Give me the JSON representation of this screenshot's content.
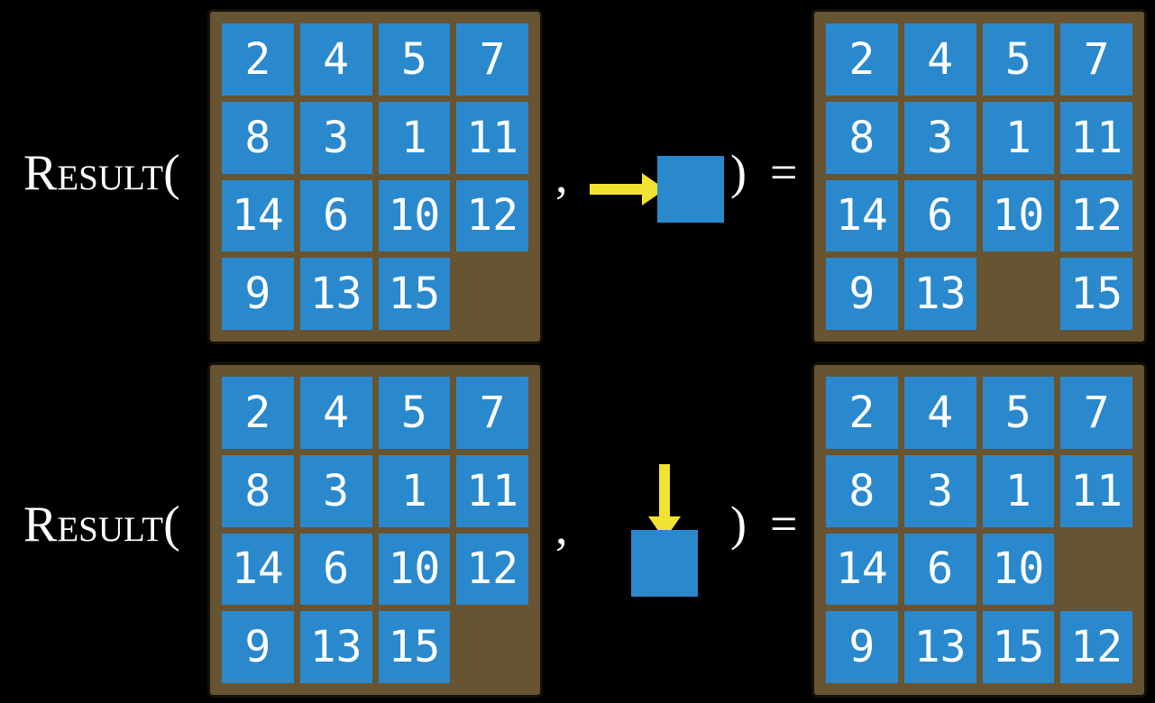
{
  "figure": {
    "description_label": "sliding-puzzle result function figure",
    "function_label": "Result(",
    "separator": ",",
    "close_paren": ")",
    "equals": "="
  },
  "colors": {
    "background": "#000000",
    "board_frame": "#665433",
    "board_border": "#161108",
    "tile_blue": "#2a89cd",
    "tile_text": "#ffffff",
    "arrow_yellow": "#f2e231",
    "label_text": "#ffffff"
  },
  "equations": [
    {
      "function_label": "Result(",
      "separator": ",",
      "close_paren": ")",
      "equals": "=",
      "move_direction": "right",
      "input_grid": {
        "rows": [
          [
            "2",
            "4",
            "5",
            "7"
          ],
          [
            "8",
            "3",
            "1",
            "11"
          ],
          [
            "14",
            "6",
            "10",
            "12"
          ],
          [
            "9",
            "13",
            "15",
            ""
          ]
        ]
      },
      "output_grid": {
        "rows": [
          [
            "2",
            "4",
            "5",
            "7"
          ],
          [
            "8",
            "3",
            "1",
            "11"
          ],
          [
            "14",
            "6",
            "10",
            "12"
          ],
          [
            "9",
            "13",
            "",
            "15"
          ]
        ]
      }
    },
    {
      "function_label": "Result(",
      "separator": ",",
      "close_paren": ")",
      "equals": "=",
      "move_direction": "down",
      "input_grid": {
        "rows": [
          [
            "2",
            "4",
            "5",
            "7"
          ],
          [
            "8",
            "3",
            "1",
            "11"
          ],
          [
            "14",
            "6",
            "10",
            "12"
          ],
          [
            "9",
            "13",
            "15",
            ""
          ]
        ]
      },
      "output_grid": {
        "rows": [
          [
            "2",
            "4",
            "5",
            "7"
          ],
          [
            "8",
            "3",
            "1",
            "11"
          ],
          [
            "14",
            "6",
            "10",
            ""
          ],
          [
            "9",
            "13",
            "15",
            "12"
          ]
        ]
      }
    }
  ]
}
